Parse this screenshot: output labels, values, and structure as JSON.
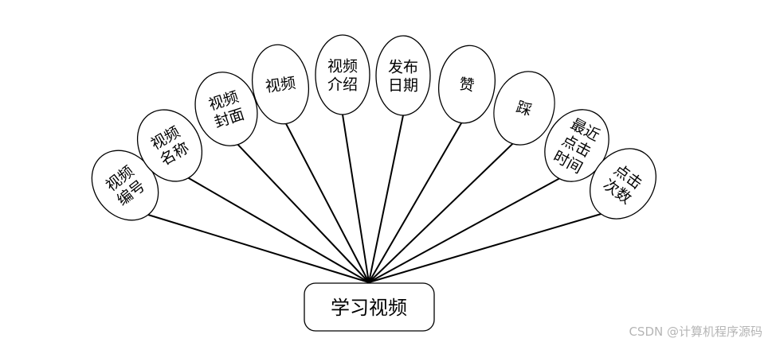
{
  "entity": {
    "label": "学习视频"
  },
  "attributes": [
    {
      "lines": [
        "视频",
        "编号"
      ]
    },
    {
      "lines": [
        "视频",
        "名称"
      ]
    },
    {
      "lines": [
        "视频",
        "封面"
      ]
    },
    {
      "lines": [
        "视频"
      ]
    },
    {
      "lines": [
        "视频",
        "介绍"
      ]
    },
    {
      "lines": [
        "发布",
        "日期"
      ]
    },
    {
      "lines": [
        "赞"
      ]
    },
    {
      "lines": [
        "踩"
      ]
    },
    {
      "lines": [
        "最近",
        "点击",
        "时间"
      ]
    },
    {
      "lines": [
        "点击",
        "次数"
      ]
    }
  ],
  "watermark": "CSDN @计算机程序源码",
  "colors": {
    "stroke": "#000000",
    "fill": "#ffffff",
    "watermark": "#b5b5b5"
  }
}
